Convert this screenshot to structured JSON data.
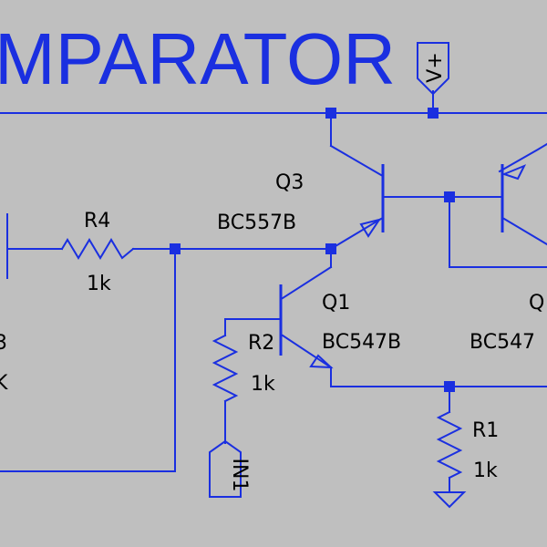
{
  "title": "MPARATOR",
  "colors": {
    "background": "#bfbfbf",
    "wire": "#1a2fe0",
    "text": "#000000"
  },
  "power": {
    "label": "V+"
  },
  "input": {
    "label": "IN1"
  },
  "components": {
    "q1": {
      "name": "Q1",
      "part": "BC547B"
    },
    "q2": {
      "name": "Q",
      "part": "BC547"
    },
    "q3": {
      "name": "Q3",
      "part": "BC557B"
    },
    "r1": {
      "name": "R1",
      "value": "1k"
    },
    "r2": {
      "name": "R2",
      "value": "1k"
    },
    "r3": {
      "name": "3",
      "value": "K"
    },
    "r4": {
      "name": "R4",
      "value": "1k"
    }
  },
  "ground": {
    "icon": "ground-icon"
  }
}
